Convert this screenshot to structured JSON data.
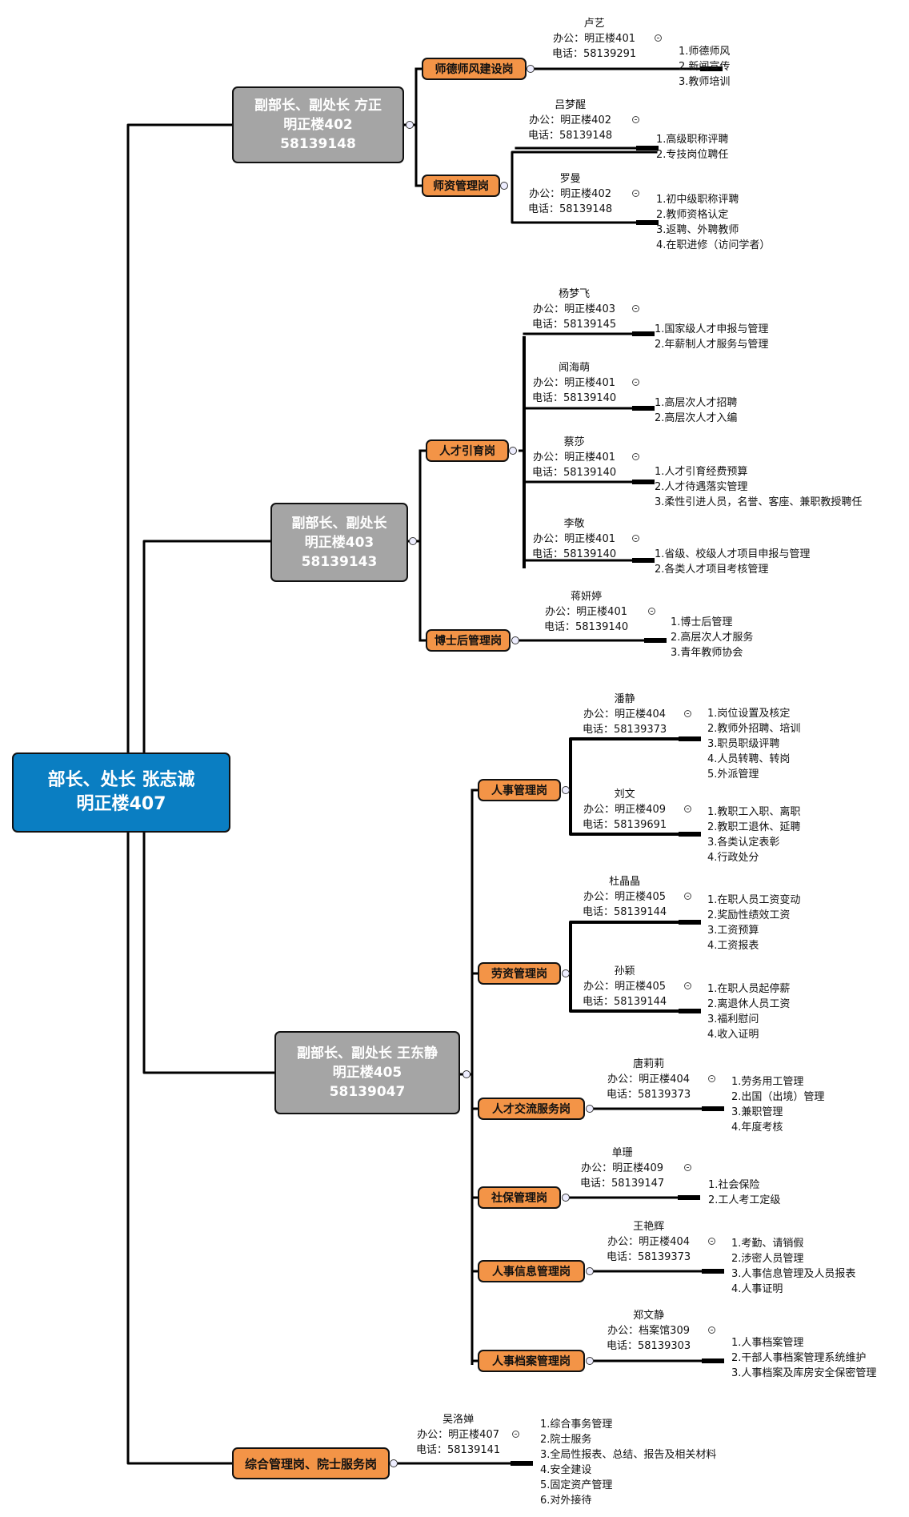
{
  "root": {
    "line1": "部长、处长  张志诚",
    "line2": "明正楼407"
  },
  "deputies": [
    {
      "line1": "副部长、副处长  方正",
      "line2": "明正楼402",
      "line3": "58139148",
      "posts": [
        {
          "label": "师德师风建设岗",
          "staff": [
            {
              "name": "卢艺",
              "office": "办公：明正楼401",
              "phone": "电话：58139291",
              "duties": [
                "1.师德师风",
                "2.新闻宣传",
                "3.教师培训"
              ]
            }
          ]
        },
        {
          "label": "师资管理岗",
          "staff": [
            {
              "name": "吕梦醒",
              "office": "办公：明正楼402",
              "phone": "电话：58139148",
              "duties": [
                "1.高级职称评聘",
                "2.专技岗位聘任"
              ]
            },
            {
              "name": "罗曼",
              "office": "办公：明正楼402",
              "phone": "电话：58139148",
              "duties": [
                "1.初中级职称评聘",
                "2.教师资格认定",
                "3.返聘、外聘教师",
                "4.在职进修（访问学者）"
              ]
            }
          ]
        }
      ]
    },
    {
      "line1": "副部长、副处长",
      "line2": "明正楼403",
      "line3": "58139143",
      "posts": [
        {
          "label": "人才引育岗",
          "staff": [
            {
              "name": "杨梦飞",
              "office": "办公：明正楼403",
              "phone": "电话：58139145",
              "duties": [
                "1.国家级人才申报与管理",
                "2.年薪制人才服务与管理"
              ]
            },
            {
              "name": "闻海萌",
              "office": "办公：明正楼401",
              "phone": "电话：58139140",
              "duties": [
                "1.高层次人才招聘",
                "2.高层次人才入编"
              ]
            },
            {
              "name": "蔡莎",
              "office": "办公：明正楼401",
              "phone": "电话：58139140",
              "duties": [
                "1.人才引育经费预算",
                "2.人才待遇落实管理",
                "3.柔性引进人员，名誉、客座、兼职教授聘任"
              ]
            },
            {
              "name": "李敬",
              "office": "办公：明正楼401",
              "phone": "电话：58139140",
              "duties": [
                "1.省级、校级人才项目申报与管理",
                "2.各类人才项目考核管理"
              ]
            }
          ]
        },
        {
          "label": "博士后管理岗",
          "staff": [
            {
              "name": "蒋妍婷",
              "office": "办公：明正楼401",
              "phone": "电话：58139140",
              "duties": [
                "1.博士后管理",
                "2.高层次人才服务",
                "3.青年教师协会"
              ]
            }
          ]
        }
      ]
    },
    {
      "line1": "副部长、副处长  王东静",
      "line2": "明正楼405",
      "line3": "58139047",
      "posts": [
        {
          "label": "人事管理岗",
          "staff": [
            {
              "name": "潘静",
              "office": "办公：明正楼404",
              "phone": "电话：58139373",
              "duties": [
                "1.岗位设置及核定",
                "2.教师外招聘、培训",
                "3.职员职级评聘",
                "4.人员转聘、转岗",
                "5.外派管理"
              ]
            },
            {
              "name": "刘文",
              "office": "办公：明正楼409",
              "phone": "电话：58139691",
              "duties": [
                "1.教职工入职、离职",
                "2.教职工退休、延聘",
                "3.各类认定表彰",
                "4.行政处分"
              ]
            }
          ]
        },
        {
          "label": "劳资管理岗",
          "staff": [
            {
              "name": "杜晶晶",
              "office": "办公：明正楼405",
              "phone": "电话：58139144",
              "duties": [
                "1.在职人员工资变动",
                "2.奖励性绩效工资",
                "3.工资预算",
                "4.工资报表"
              ]
            },
            {
              "name": "孙颖",
              "office": "办公：明正楼405",
              "phone": "电话：58139144",
              "duties": [
                "1.在职人员起停薪",
                "2.离退休人员工资",
                "3.福利慰问",
                "4.收入证明"
              ]
            }
          ]
        },
        {
          "label": "人才交流服务岗",
          "staff": [
            {
              "name": "唐莉莉",
              "office": "办公：明正楼404",
              "phone": "电话：58139373",
              "duties": [
                "1.劳务用工管理",
                "2.出国（出境）管理",
                "3.兼职管理",
                "4.年度考核"
              ]
            }
          ]
        },
        {
          "label": "社保管理岗",
          "staff": [
            {
              "name": "单珊",
              "office": "办公：明正楼409",
              "phone": "电话：58139147",
              "duties": [
                "1.社会保险",
                "2.工人考工定级"
              ]
            }
          ]
        },
        {
          "label": "人事信息管理岗",
          "staff": [
            {
              "name": "王艳辉",
              "office": "办公：明正楼404",
              "phone": "电话：58139373",
              "duties": [
                "1.考勤、请销假",
                "2.涉密人员管理",
                "3.人事信息管理及人员报表",
                "4.人事证明"
              ]
            }
          ]
        },
        {
          "label": "人事档案管理岗",
          "staff": [
            {
              "name": "郑文静",
              "office": "办公：档案馆309",
              "phone": "电话：58139303",
              "duties": [
                "1.人事档案管理",
                "2.干部人事档案管理系统维护",
                "3.人事档案及库房安全保密管理"
              ]
            }
          ]
        }
      ]
    }
  ],
  "general_post": {
    "label": "综合管理岗、院士服务岗",
    "staff": [
      {
        "name": "吴洛婵",
        "office": "办公：明正楼407",
        "phone": "电话：58139141",
        "duties": [
          "1.综合事务管理",
          "2.院士服务",
          "3.全局性报表、总结、报告及相关材料",
          "4.安全建设",
          "5.固定资产管理",
          "6.对外接待"
        ]
      }
    ]
  }
}
